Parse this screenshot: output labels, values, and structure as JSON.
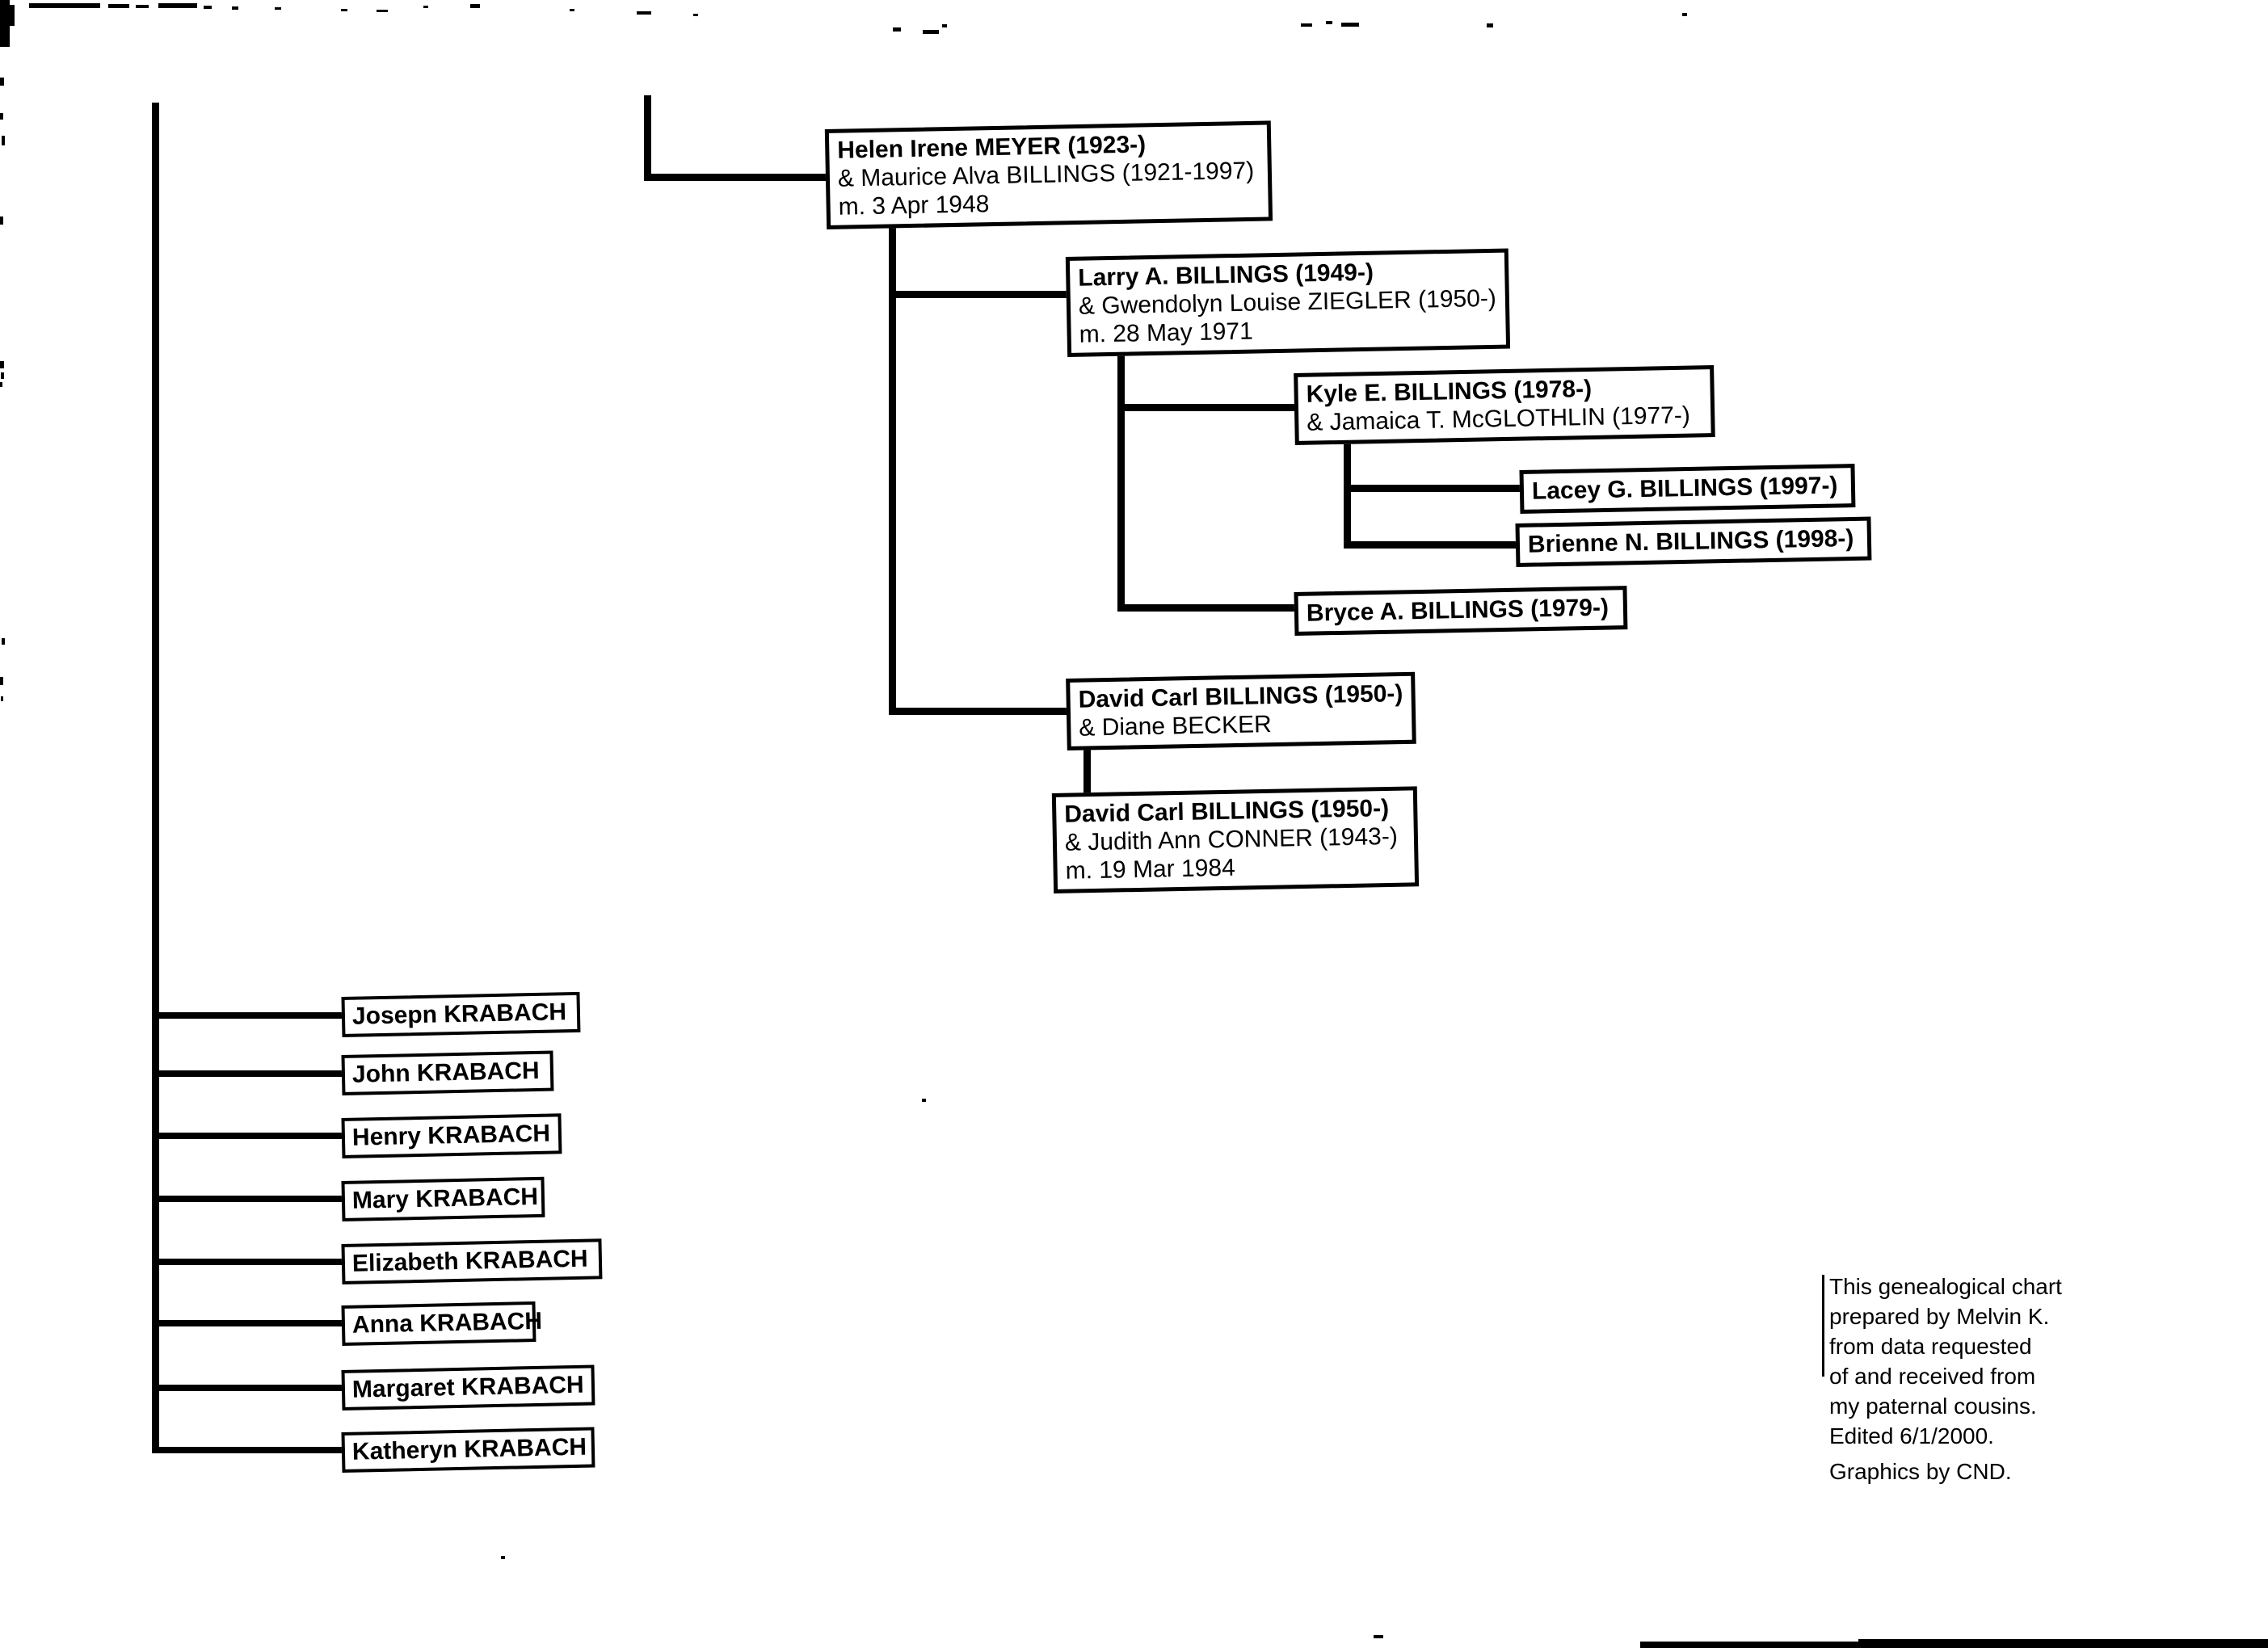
{
  "page": {
    "type": "scanned genealogical chart",
    "paper_color": "#ffffff",
    "ink_color": "#000000"
  },
  "tree": {
    "nodes": {
      "meyer": {
        "name": "Helen Irene MEYER (1923-)",
        "spouse": "& Maurice Alva BILLINGS (1921-1997)",
        "marriage": "m. 3 Apr 1948"
      },
      "larry": {
        "name": "Larry A. BILLINGS (1949-)",
        "spouse": "& Gwendolyn Louise ZIEGLER (1950-)",
        "marriage": "m. 28 May 1971"
      },
      "kyle": {
        "name": "Kyle E. BILLINGS (1978-)",
        "spouse": "& Jamaica T. McGLOTHLIN (1977-)"
      },
      "lacey": {
        "name": "Lacey G. BILLINGS (1997-)"
      },
      "brienne": {
        "name": "Brienne N. BILLINGS (1998-)"
      },
      "bryce": {
        "name": "Bryce A. BILLINGS (1979-)"
      },
      "david_becker": {
        "name": "David Carl BILLINGS (1950-)",
        "spouse": "& Diane BECKER"
      },
      "david_conner": {
        "name": "David Carl BILLINGS (1950-)",
        "spouse": "& Judith Ann CONNER (1943-)",
        "marriage": "m. 19 Mar 1984"
      }
    },
    "siblings": [
      "Josepn KRABACH",
      "John KRABACH",
      "Henry KRABACH",
      "Mary KRABACH",
      "Elizabeth KRABACH",
      "Anna KRABACH",
      "Margaret KRABACH",
      "Katheryn KRABACH"
    ]
  },
  "note": {
    "lines": [
      "This genealogical chart",
      "prepared by Melvin K.",
      "from data requested",
      "of and received from",
      "my paternal cousins.",
      "Edited 6/1/2000.",
      "Graphics by CND."
    ]
  }
}
